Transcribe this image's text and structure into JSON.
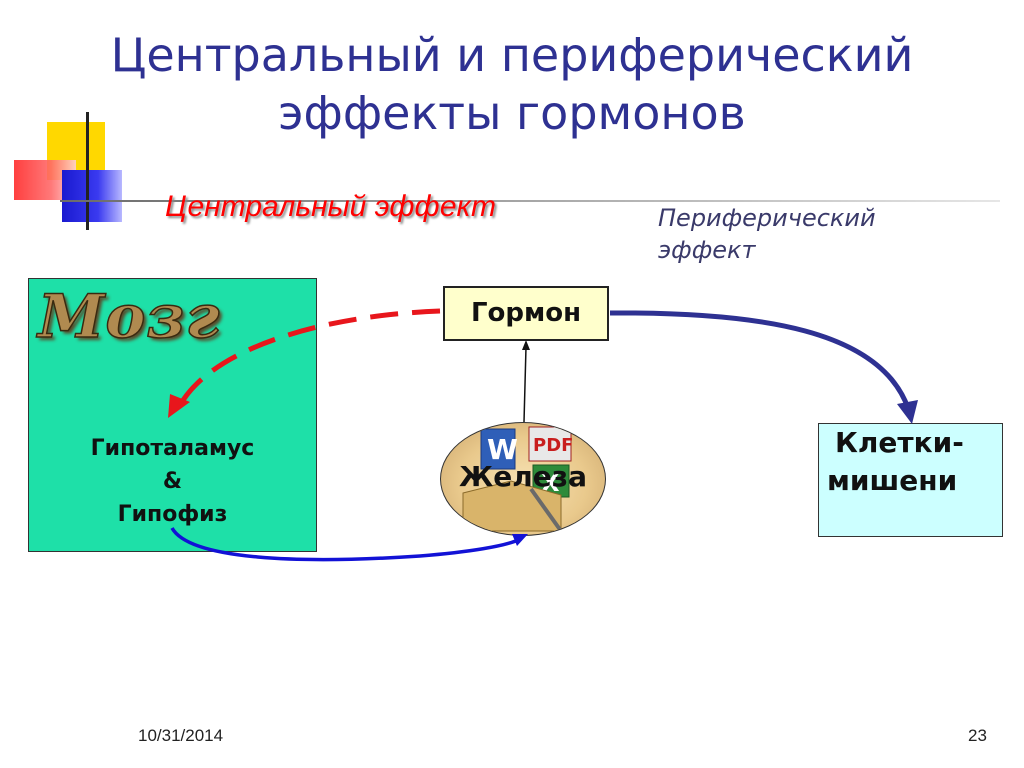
{
  "slide": {
    "title_line1": "Центральный и периферический",
    "title_line2": "эффекты гормонов",
    "central_effect": "Центральный  эффект",
    "peripheral_effect_line1": "Периферический",
    "peripheral_effect_line2": "эффект",
    "date": "10/31/2014",
    "page_number": "23"
  },
  "diagram": {
    "brain": {
      "word": "Мозг",
      "label_line1": "Гипоталамус",
      "label_line2": "&",
      "label_line3": "Гипофиз",
      "fill": "#1ee0a8"
    },
    "hormone": {
      "label": "Гормон",
      "fill": "#ffffcc"
    },
    "gland": {
      "label": "Железа"
    },
    "target_cells": {
      "label_line1": "Клетки-",
      "label_line2": "мишени",
      "fill": "#ccffff"
    },
    "colors": {
      "title": "#2e3192",
      "central_effect": "#ff0000",
      "feedback_arrow": "#e8161c",
      "peripheral_arrow": "#2e3192",
      "tropic_arrow": "#1212d6",
      "accent_yellow": "#ffd800",
      "accent_red": "#ff3b3b",
      "accent_blue": "#2a2ad6"
    },
    "icon_names": [
      "word-icon",
      "pdf-icon",
      "excel-icon",
      "zip-folder-icon"
    ]
  }
}
